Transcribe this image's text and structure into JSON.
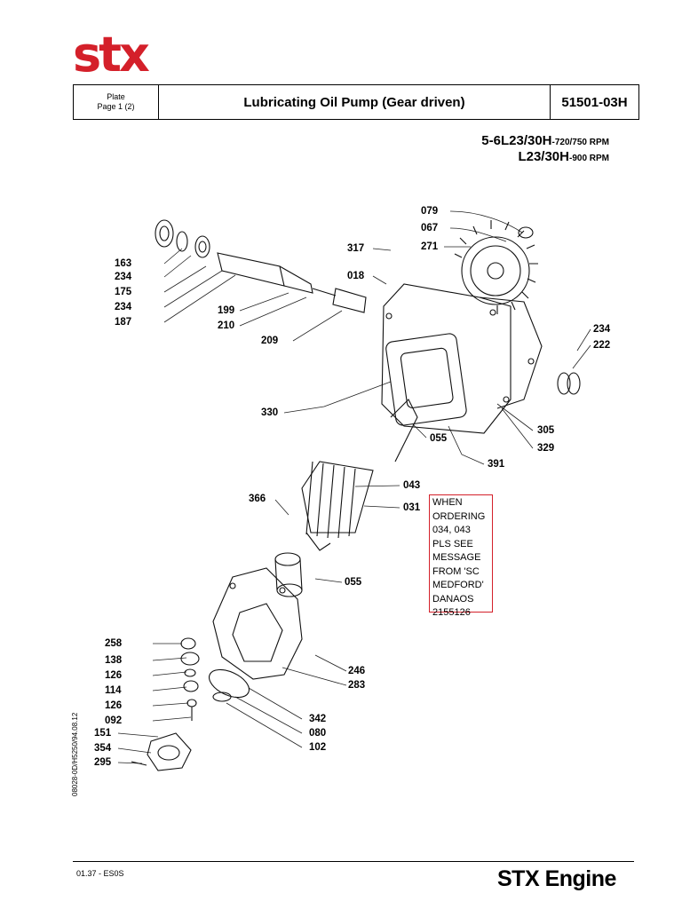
{
  "logo_text": "stx",
  "header": {
    "plate_label": "Plate",
    "page_label": "Page 1 (2)",
    "title": "Lubricating Oil Pump (Gear driven)",
    "plate_number": "51501-03H"
  },
  "models": [
    {
      "name": "5-6L23/30H",
      "rpm": "-720/750 RPM"
    },
    {
      "name": "L23/30H",
      "rpm": "-900 RPM"
    }
  ],
  "part_labels": {
    "p079": "079",
    "p067": "067",
    "p317": "317",
    "p271": "271",
    "p018": "018",
    "p163": "163",
    "p234a": "234",
    "p175": "175",
    "p234b": "234",
    "p187": "187",
    "p199": "199",
    "p210": "210",
    "p209": "209",
    "p234c": "234",
    "p222": "222",
    "p330": "330",
    "p305": "305",
    "p329": "329",
    "p055a": "055",
    "p391": "391",
    "p366": "366",
    "p043": "043",
    "p031": "031",
    "p055b": "055",
    "p258": "258",
    "p138": "138",
    "p126a": "126",
    "p114": "114",
    "p126b": "126",
    "p092": "092",
    "p151": "151",
    "p354": "354",
    "p295": "295",
    "p246": "246",
    "p283": "283",
    "p342": "342",
    "p080": "080",
    "p102": "102"
  },
  "note_text": "WHEN\nORDERING\n034, 043\nPLS SEE\nMESSAGE\nFROM 'SC\nMEDFORD'\nDANAOS\n2155126",
  "side_code": "08028-0D/H5250/94.08.12",
  "footer": {
    "code": "01.37 - ES0S",
    "brand": "STX Engine"
  },
  "colors": {
    "logo_red": "#d4202a",
    "note_border": "#d4202a"
  }
}
